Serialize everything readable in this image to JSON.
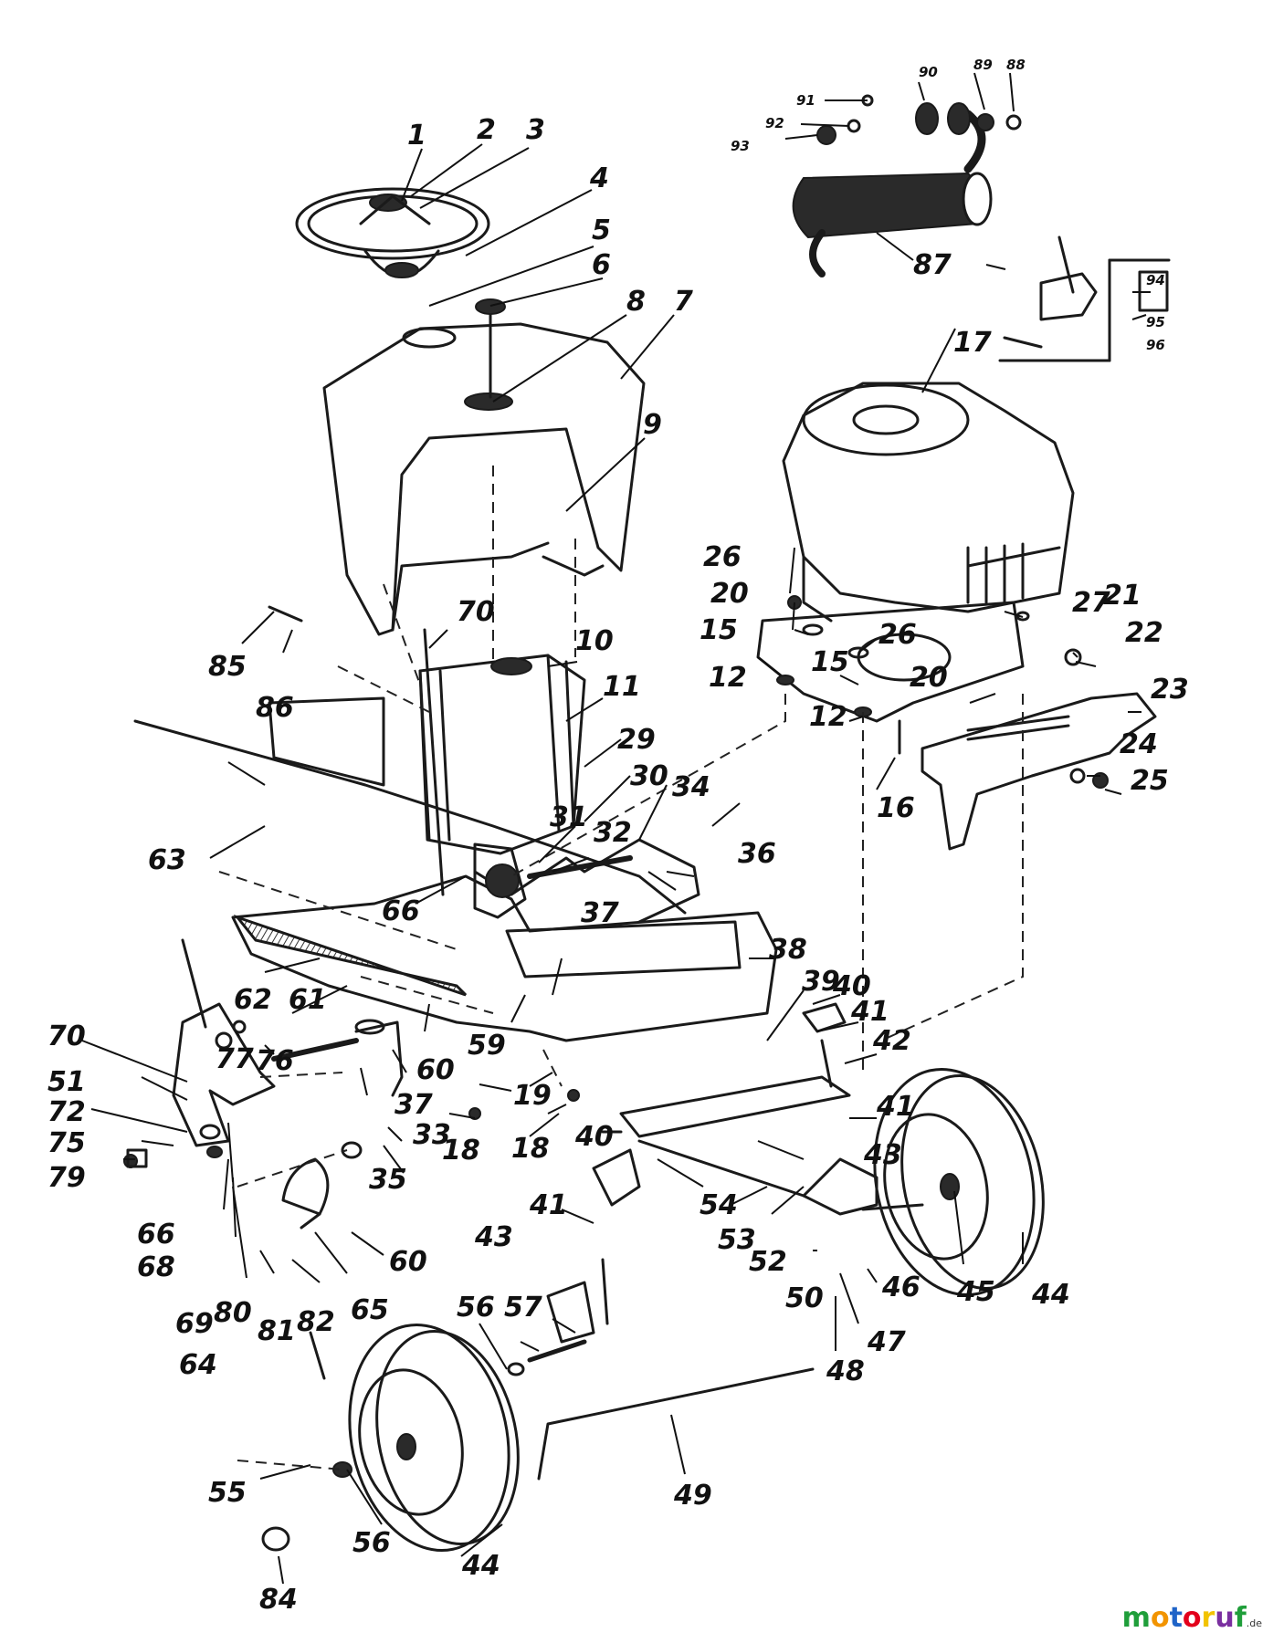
{
  "watermark": {
    "letters": [
      "m",
      "o",
      "t",
      "o",
      "r",
      "u",
      "f"
    ],
    "colors": [
      "#1f9e3a",
      "#f29400",
      "#1f64c8",
      "#e3001b",
      "#f2c300",
      "#7a2fa0",
      "#1f9e3a"
    ],
    "suffix": ".de"
  },
  "labels": {
    "l1": "1",
    "l2": "2",
    "l3": "3",
    "l4": "4",
    "l5": "5",
    "l6": "6",
    "l7": "7",
    "l8": "8",
    "l9": "9",
    "l10": "10",
    "l11": "11",
    "l12a": "12",
    "l12b": "12",
    "l15a": "15",
    "l15b": "15",
    "l16": "16",
    "l17": "17",
    "l18a": "18",
    "l18b": "18",
    "l19": "19",
    "l20a": "20",
    "l20b": "20",
    "l21": "21",
    "l22": "22",
    "l23": "23",
    "l24": "24",
    "l25": "25",
    "l26a": "26",
    "l26b": "26",
    "l27": "27",
    "l29": "29",
    "l30": "30",
    "l31": "31",
    "l32": "32",
    "l33": "33",
    "l34": "34",
    "l35": "35",
    "l36": "36",
    "l37a": "37",
    "l37b": "37",
    "l38": "38",
    "l39": "39",
    "l40a": "40",
    "l40b": "40",
    "l41a": "41",
    "l41b": "41",
    "l41c": "41",
    "l42": "42",
    "l43a": "43",
    "l43b": "43",
    "l44a": "44",
    "l44b": "44",
    "l45": "45",
    "l46": "46",
    "l47": "47",
    "l48": "48",
    "l49": "49",
    "l50": "50",
    "l51": "51",
    "l52": "52",
    "l53": "53",
    "l54": "54",
    "l55": "55",
    "l56a": "56",
    "l56b": "56",
    "l57": "57",
    "l59": "59",
    "l60a": "60",
    "l60b": "60",
    "l61": "61",
    "l62": "62",
    "l63": "63",
    "l64": "64",
    "l65": "65",
    "l66a": "66",
    "l66b": "66",
    "l68": "68",
    "l69": "69",
    "l70a": "70",
    "l70b": "70",
    "l72": "72",
    "l75": "75",
    "l76": "76",
    "l77": "77",
    "l79": "79",
    "l80": "80",
    "l81": "81",
    "l82": "82",
    "l84": "84",
    "l85": "85",
    "l86": "86",
    "l87": "87",
    "l88": "88",
    "l89": "89",
    "l90": "90",
    "l91": "91",
    "l92": "92",
    "l93": "93",
    "l94": "94",
    "l95": "95",
    "l96": "96"
  }
}
